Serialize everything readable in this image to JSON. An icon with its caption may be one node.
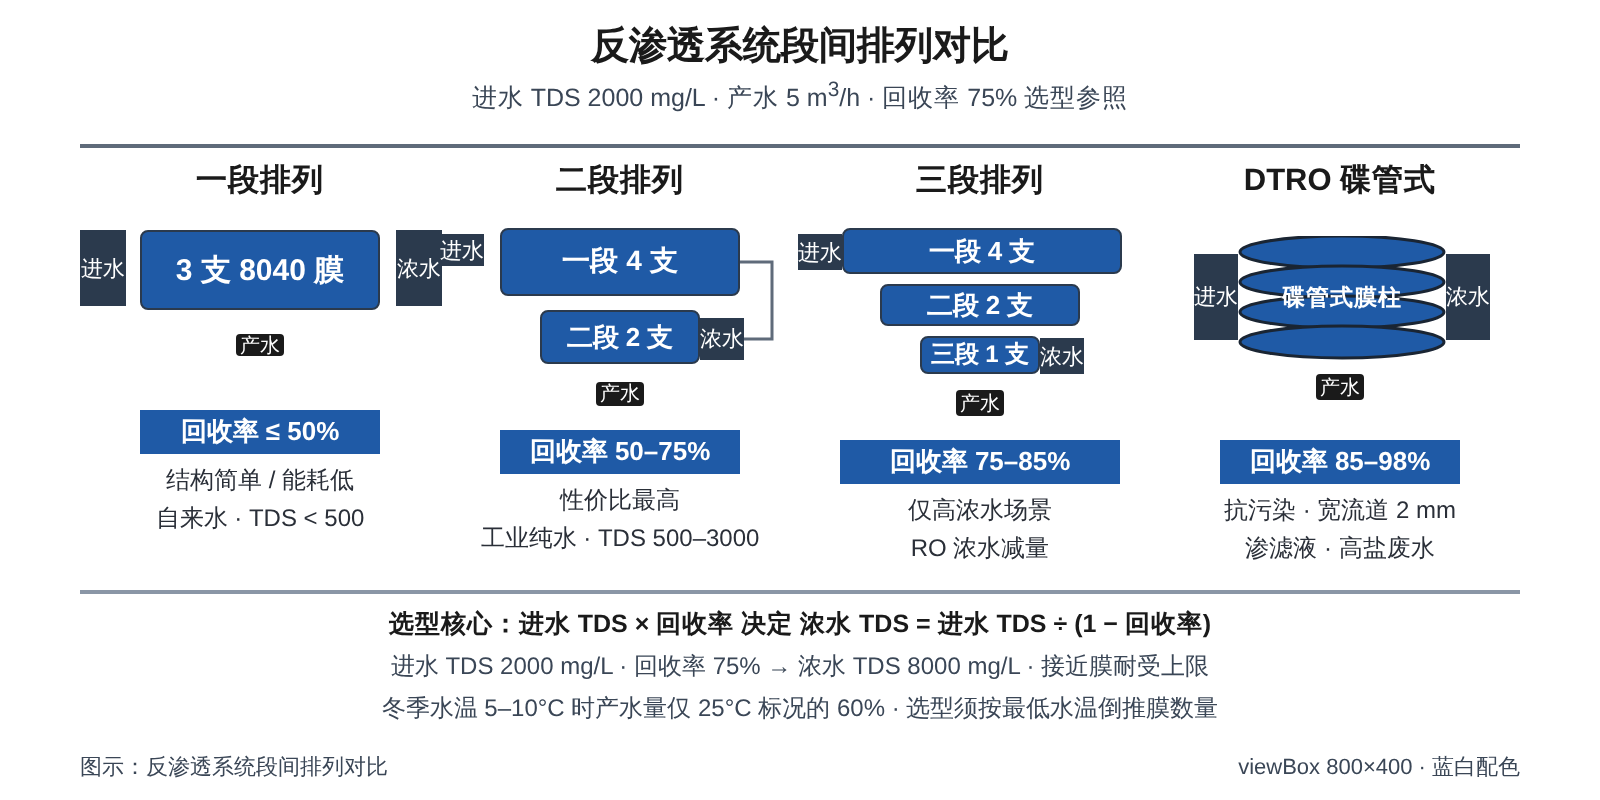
{
  "diagram": {
    "title": "反渗透系统段间排列对比",
    "caption": "图示：反渗透系统段间排列对比",
    "nodes": [
      {
        "text": [
          "进水"
        ]
      },
      {
        "text": [
          "3 支 8040 膜"
        ]
      },
      {
        "text": [
          "浓水"
        ]
      },
      {
        "text": [
          "产水"
        ]
      },
      {
        "text": [
          "进水"
        ]
      },
      {
        "text": [
          "一段 4 支"
        ]
      },
      {
        "text": [
          "二段 2 支"
        ]
      },
      {
        "text": [
          "浓水"
        ]
      },
      {
        "text": [
          "产水"
        ]
      },
      {
        "text": [
          "进水"
        ]
      },
      {
        "text": [
          "一段 4 支"
        ]
      },
      {
        "text": [
          "二段 2 支"
        ]
      },
      {
        "text": [
          "三段 1 支"
        ]
      },
      {
        "text": [
          "浓水"
        ]
      },
      {
        "text": [
          "产水"
        ]
      },
      {
        "text": [
          "碟管式膜柱"
        ]
      },
      {
        "text": [
          "进水"
        ]
      },
      {
        "text": [
          "浓水"
        ]
      },
      {
        "text": [
          "产水"
        ]
      },
      {
        "text": [
          "回收率 ≤ 50%"
        ],
        "beside": [
          "结构简单 / 能耗低",
          "自来水 · TDS < 500"
        ]
      },
      {
        "text": [
          "回收率 50–75%"
        ],
        "beside": [
          "性价比最高",
          "工业纯水 · TDS 500–3000"
        ]
      },
      {
        "text": [
          "回收率 75–85%"
        ],
        "beside": [
          "仅高浓水场景",
          "RO 浓水减量"
        ]
      },
      {
        "text": [
          "回收率 85–98%"
        ],
        "beside": [
          "抗污染 · 宽流道 2 mm",
          "渗滤液 · 高盐废水"
        ]
      }
    ],
    "edges": [
      {
        "from": 5,
        "to": 7,
        "arrow": "none"
      }
    ],
    "labels": [
      "进水 TDS 2000 mg/L · 产水 5 m$^{3}$/h · 回收率 75% 选型参照",
      "一段排列",
      "二段排列",
      "三段排列",
      "DTRO 碟管式",
      "选型核心：进水 TDS × 回收率 决定 浓水 TDS = 进水 TDS ÷ (1 − 回收率)",
      "进水 TDS 2000 mg/L · 回收率 75% → 浓水 TDS 8000 mg/L · 接近膜耐受上限",
      "冬季水温 5–10°C 时产水量仅 25°C 标况的 60% · 选型须按最低水温倒推膜数量",
      "viewBox 800×400 · 蓝白配色"
    ]
  }
}
